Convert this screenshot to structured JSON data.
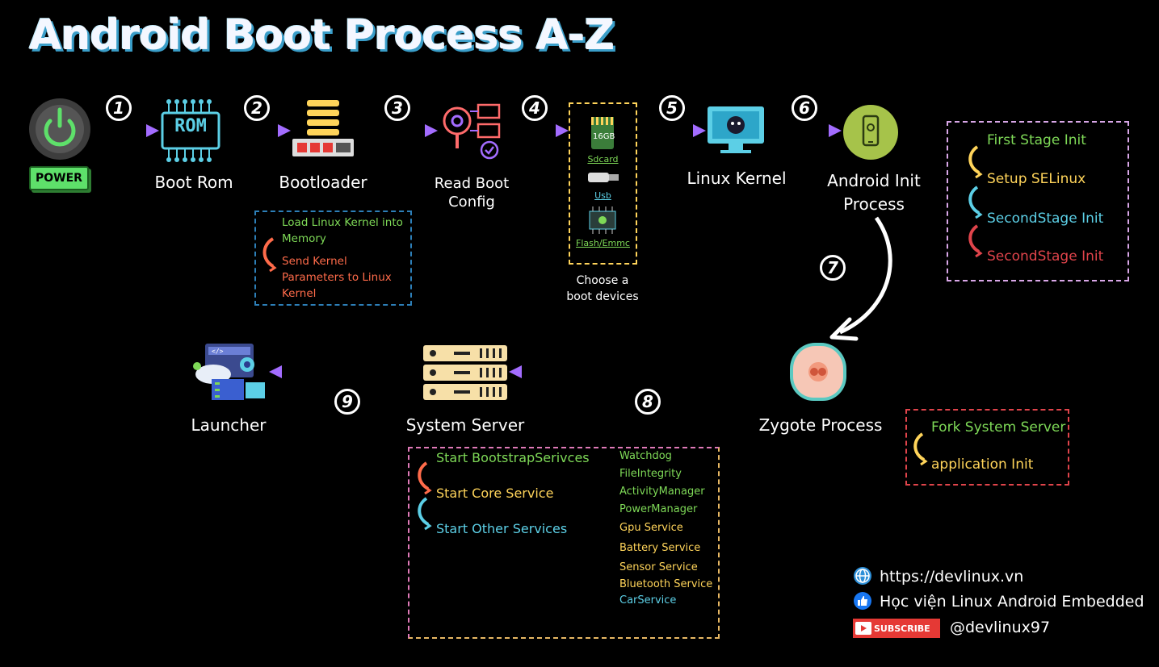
{
  "title": "Android Boot Process A-Z",
  "power_label": "POWER",
  "nodes": {
    "boot_rom": "Boot Rom",
    "bootloader": "Bootloader",
    "read_boot_config_line1": "Read Boot",
    "read_boot_config_line2": "Config",
    "linux_kernel": "Linux Kernel",
    "android_init_line1": "Android Init",
    "android_init_line2": "Process",
    "zygote": "Zygote Process",
    "system_server": "System Server",
    "launcher": "Launcher",
    "rom_chip_text": "ROM",
    "boot_devices_line1": "Choose a",
    "boot_devices_line2": "boot devices"
  },
  "steps": [
    "1",
    "2",
    "3",
    "4",
    "5",
    "6",
    "7",
    "8",
    "9"
  ],
  "boot_devices": {
    "sdcard_chip": "16GB",
    "sdcard": "Sdcard",
    "usb": "Usb",
    "flash": "Flash/Emmc"
  },
  "bootloader_box": {
    "line1": "Load Linux Kernel into",
    "line2": "Memory",
    "line3": "Send Kernel",
    "line4": "Parameters to Linux",
    "line5": "Kernel"
  },
  "init_box": {
    "first": "First Stage Init",
    "selinux": "Setup SELinux",
    "second_a": "SecondStage Init",
    "second_b": "SecondStage Init"
  },
  "zygote_box": {
    "fork": "Fork System Server",
    "app_init": "application Init"
  },
  "system_server_box": {
    "bootstrap": "Start BootstrapSerivces",
    "core": "Start Core Service",
    "other": "Start Other Services",
    "services": [
      "Watchdog",
      "FileIntegrity",
      "ActivityManager",
      "PowerManager",
      "Gpu Service",
      "Battery Service",
      "Sensor Service",
      "Bluetooth Service",
      "CarService"
    ]
  },
  "footer": {
    "website": "https://devlinux.vn",
    "facebook": "Học viện Linux Android Embedded",
    "subscribe": "SUBSCRIBE",
    "youtube": "@devlinux97"
  },
  "colors": {
    "green": "#7ed957",
    "orange": "#ff6b4a",
    "yellow": "#ffd45a",
    "cyan": "#5ccfe6",
    "red": "#e0444b",
    "purple": "#a36cff"
  }
}
